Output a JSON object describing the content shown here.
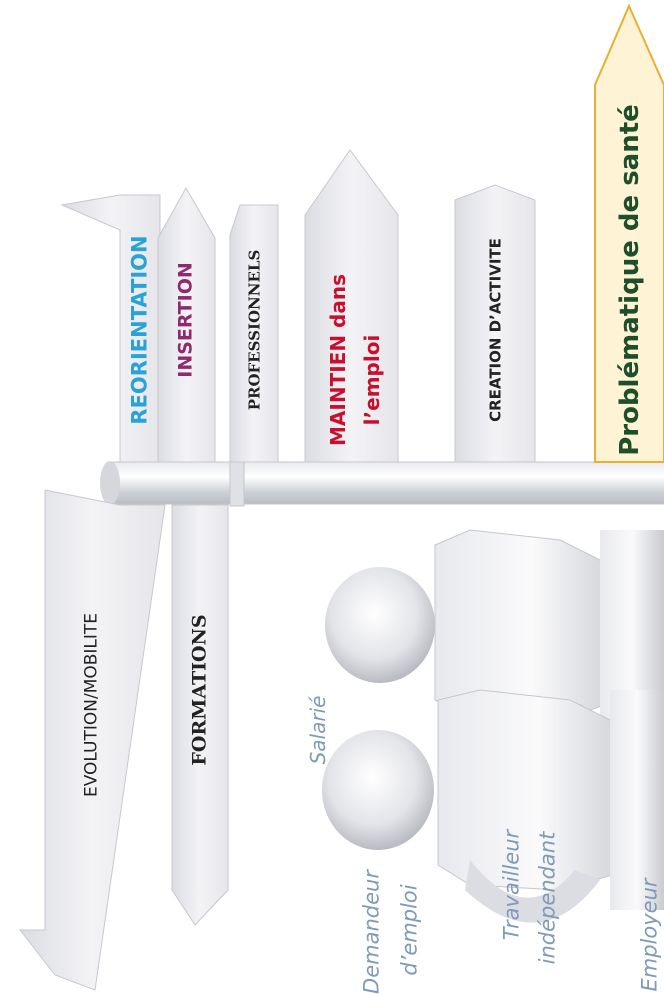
{
  "signs": {
    "evolution": "EVOLUTION/MOBILITE",
    "formations": "FORMATIONS",
    "reorientation": "REORIENTATION",
    "insertion": "INSERTION",
    "professionnels": "PROFESSIONNELS",
    "maintien_highlight": "MAINTIEN",
    "maintien_rest": " dans",
    "maintien_line2": "l’emploi",
    "creation": "CREATION D’ACTIVITE",
    "probleme": "Problématique de santé"
  },
  "people": {
    "salarie": "Salarié",
    "demandeur_line1": "Demandeur",
    "demandeur_line2": "d’emploi",
    "travailleur_line1": "Travailleur",
    "travailleur_line2": "indépendant",
    "employeur": "Employeur"
  },
  "colors": {
    "reorientation": "#29a3d6",
    "insertion": "#8f2a6e",
    "maintien": "#c8102e",
    "probleme_text": "#1f4e2a",
    "probleme_fill": "#fff3d6",
    "probleme_stroke": "#e8b030",
    "people_labels": "#7f9bb8",
    "dark_text": "#222222"
  }
}
